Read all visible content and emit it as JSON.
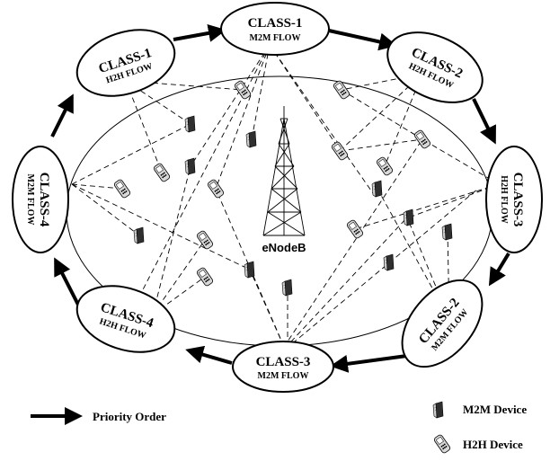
{
  "diagram": {
    "center_label": "eNodeB",
    "nodes": [
      {
        "id": "c1h2h",
        "title": "CLASS-1",
        "subtitle": "H2H FLOW"
      },
      {
        "id": "c1m2m",
        "title": "CLASS-1",
        "subtitle": "M2M FLOW"
      },
      {
        "id": "c2h2h",
        "title": "CLASS-2",
        "subtitle": "H2H FLOW"
      },
      {
        "id": "c3h2h",
        "title": "CLASS-3",
        "subtitle": "H2H FLOW"
      },
      {
        "id": "c2m2m",
        "title": "CLASS-2",
        "subtitle": "M2M FLOW"
      },
      {
        "id": "c3m2m",
        "title": "CLASS-3",
        "subtitle": "M2M FLOW"
      },
      {
        "id": "c4h2h",
        "title": "CLASS-4",
        "subtitle": "H2H FLOW"
      },
      {
        "id": "c4m2m",
        "title": "CLASS-4",
        "subtitle": "M2M FLOW"
      }
    ],
    "legend": {
      "priority_order": "Priority Order",
      "m2m_device": "M2M Device",
      "h2h_device": "H2H Device"
    },
    "icons": {
      "m2m": "m2m-device-icon",
      "h2h": "h2h-device-icon",
      "tower": "enodeb-tower-icon"
    },
    "colors": {
      "stroke": "#000000",
      "m2m_dark": "#3a3a3a",
      "m2m_light": "#cfcfcf",
      "h2h_fill": "#d8d8d8"
    }
  }
}
